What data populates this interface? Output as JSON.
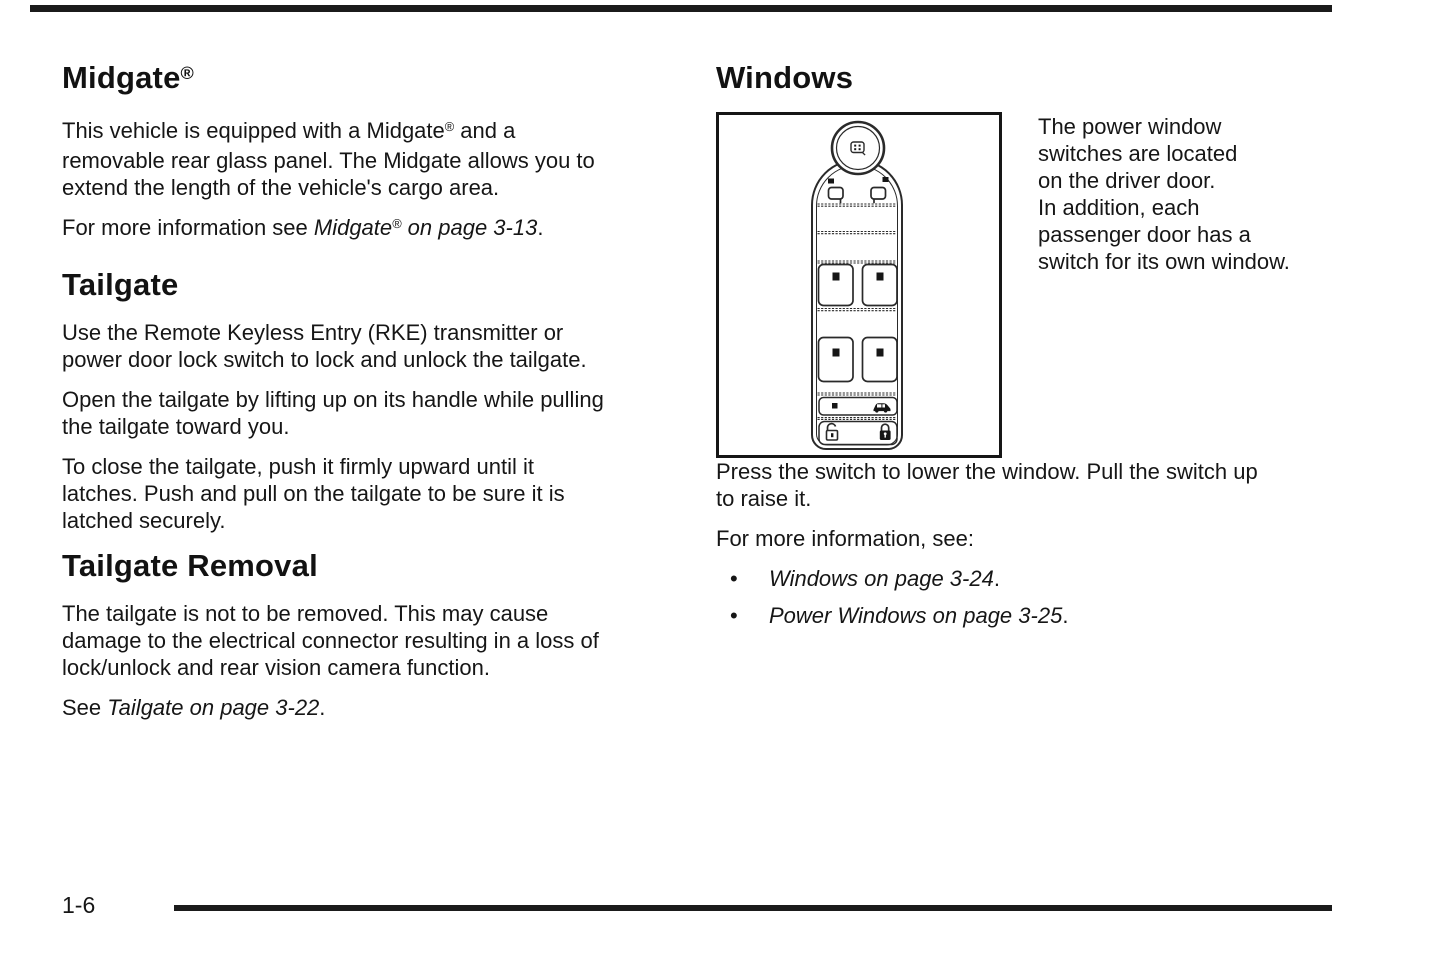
{
  "page": {
    "footer_page_number": "1-6"
  },
  "colors": {
    "text": "#161616",
    "rule": "#1b1b1b"
  },
  "sections": {
    "midgate": {
      "heading": "Midgate",
      "heading_sup": "®",
      "p1_pre": "This vehicle is equipped with a Midgate",
      "p1_sup": "®",
      "p1_post": " and a\nremovable rear glass panel. The Midgate allows you to\nextend the length of the vehicle's cargo area.",
      "p2_pre": "For more information see ",
      "p2_ref": "Midgate",
      "p2_ref_sup": "®",
      "p2_ref_cont": " on page 3-13",
      "p2_end": "."
    },
    "tailgate": {
      "heading": "Tailgate",
      "p1": "Use the Remote Keyless Entry (RKE) transmitter or\npower door lock switch to lock and unlock the tailgate.",
      "p2": "Open the tailgate by lifting up on its handle while pulling\nthe tailgate toward you.",
      "p3": "To close the tailgate, push it firmly upward until it\nlatches. Push and pull on the tailgate to be sure it is\nlatched securely."
    },
    "tailgate_removal": {
      "heading": "Tailgate Removal",
      "p1": "The tailgate is not to be removed. This may cause\ndamage to the electrical connector resulting in a loss of\nlock/unlock and rear vision camera function.",
      "p2_pre": "See ",
      "p2_ref": "Tailgate on page 3-22",
      "p2_end": "."
    },
    "windows": {
      "heading": "Windows",
      "illustration_caption": "The power window\nswitches are located\non the driver door.\nIn addition, each\npassenger door has a\nswitch for its own window.",
      "p1": "Press the switch to lower the window. Pull the switch up\nto raise it.",
      "p2": "For more information, see:",
      "bullets": [
        {
          "marker": "•",
          "text": "Windows on page 3-24",
          "end": "."
        },
        {
          "marker": "•",
          "text": "Power Windows on page 3-25",
          "end": "."
        }
      ]
    }
  },
  "illustration": {
    "icons": [
      "mirror-adjust-knob-icon",
      "left-mirror-icon",
      "right-mirror-icon",
      "front-window-switch-icons",
      "rear-window-switch-icons",
      "window-lockout-icon",
      "vehicle-icon",
      "unlock-icon",
      "lock-icon"
    ]
  }
}
